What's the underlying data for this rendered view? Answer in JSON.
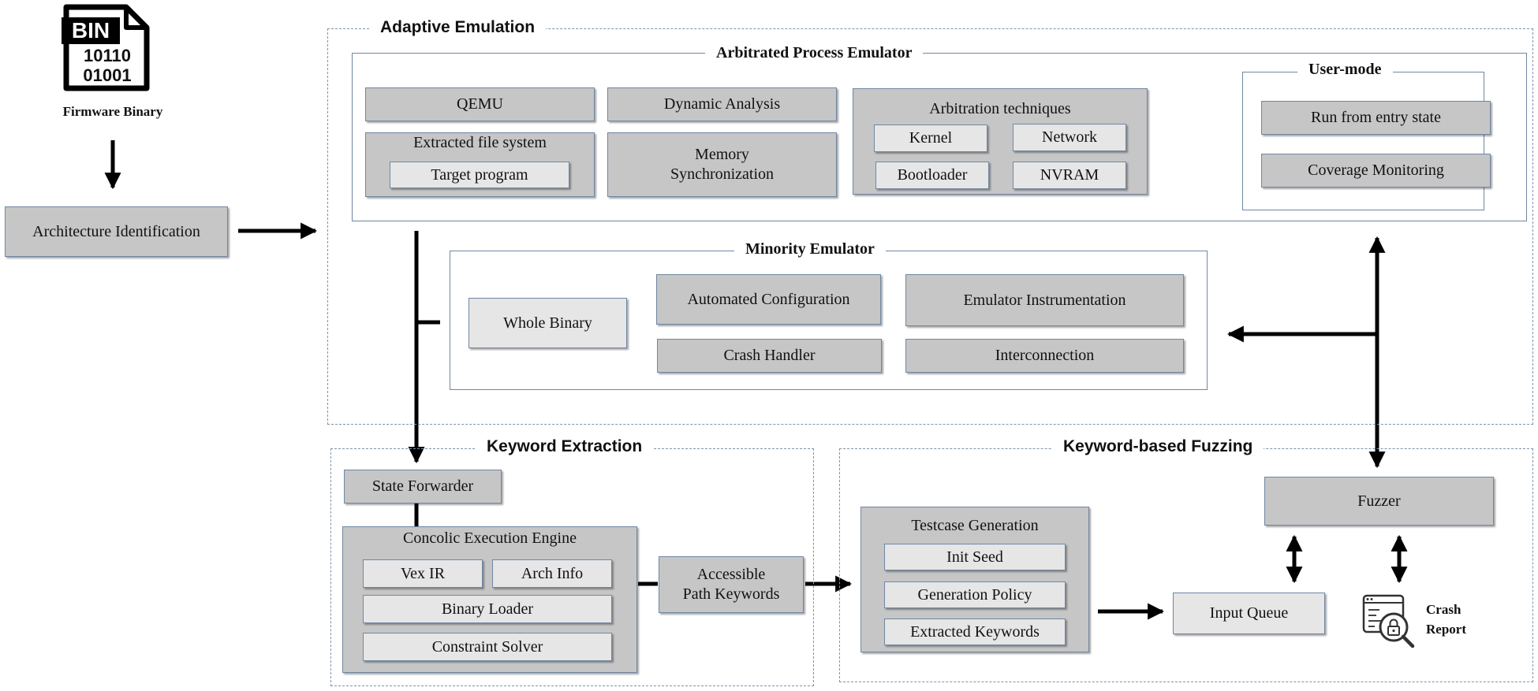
{
  "firmware": {
    "icon_text": "BIN",
    "icon_bits_1": "10110",
    "icon_bits_2": "01001",
    "label": "Firmware Binary"
  },
  "architecture_identification": "Architecture Identification",
  "adaptive_emulation": {
    "title": "Adaptive Emulation",
    "arbitrated": {
      "title": "Arbitrated Process Emulator",
      "qemu": "QEMU",
      "dynamic_analysis": "Dynamic Analysis",
      "extracted_fs": "Extracted file system",
      "target_program": "Target program",
      "memory_sync_1": "Memory",
      "memory_sync_2": "Synchronization",
      "arbitration": {
        "title": "Arbitration techniques",
        "kernel": "Kernel",
        "network": "Network",
        "bootloader": "Bootloader",
        "nvram": "NVRAM"
      }
    },
    "user_mode": {
      "title": "User-mode",
      "run_entry": "Run from entry state",
      "coverage": "Coverage Monitoring"
    },
    "minority": {
      "title": "Minority Emulator",
      "whole_binary": "Whole Binary",
      "auto_config": "Automated Configuration",
      "crash_handler": "Crash Handler",
      "instrumentation": "Emulator Instrumentation",
      "interconnection": "Interconnection"
    }
  },
  "keyword_extraction": {
    "title": "Keyword Extraction",
    "state_forwarder": "State Forwarder",
    "concolic": {
      "title": "Concolic Execution Engine",
      "vex_ir": "Vex IR",
      "arch_info": "Arch Info",
      "binary_loader": "Binary Loader",
      "constraint_solver": "Constraint Solver"
    },
    "accessible_1": "Accessible",
    "accessible_2": "Path Keywords"
  },
  "keyword_fuzzing": {
    "title": "Keyword-based Fuzzing",
    "testcase": {
      "title": "Testcase Generation",
      "init_seed": "Init Seed",
      "generation_policy": "Generation Policy",
      "extracted_keywords": "Extracted Keywords"
    },
    "input_queue": "Input Queue",
    "fuzzer": "Fuzzer",
    "crash_report_1": "Crash",
    "crash_report_2": "Report"
  },
  "colors": {
    "box_dark": "#c6c6c6",
    "box_light": "#e6e6e6",
    "border": "#6f87a3",
    "dashed": "#7f93a8"
  }
}
